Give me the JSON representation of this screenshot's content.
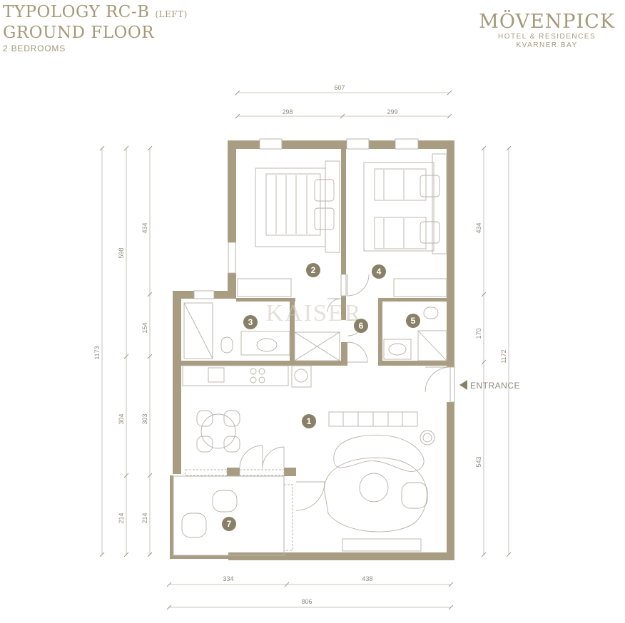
{
  "header": {
    "title_line1": "TYPOLOGY RC-B",
    "title_suffix": "(LEFT)",
    "title_line2": "GROUND FLOOR",
    "subtitle": "2 BEDROOMS"
  },
  "brand": {
    "name": "MÖVENPICK",
    "sub1": "HOTEL & RESIDENCES",
    "sub2": "KVARNER BAY"
  },
  "watermark": "KAISER",
  "entrance_label": "ENTRANCE",
  "rooms": [
    "1",
    "2",
    "3",
    "4",
    "5",
    "6",
    "7"
  ],
  "dimensions": {
    "top_total": "607",
    "top_left": "298",
    "top_right": "299",
    "bottom_left": "334",
    "bottom_right": "438",
    "bottom_total": "806",
    "left_outer": "1173",
    "left_mid_upper": "598",
    "left_mid_lower": "304",
    "left_mid_bottom": "214",
    "left_inner_1": "434",
    "left_inner_2": "154",
    "left_inner_3": "303",
    "left_inner_4": "214",
    "right_inner_1": "434",
    "right_inner_2": "170",
    "right_inner_3": "543",
    "right_outer": "1172"
  },
  "colors": {
    "wall": "#a89d82",
    "text": "#a49a78",
    "dimension": "#8f8a7c",
    "furniture": "#b7b2a6",
    "badge": "#8a8067"
  }
}
